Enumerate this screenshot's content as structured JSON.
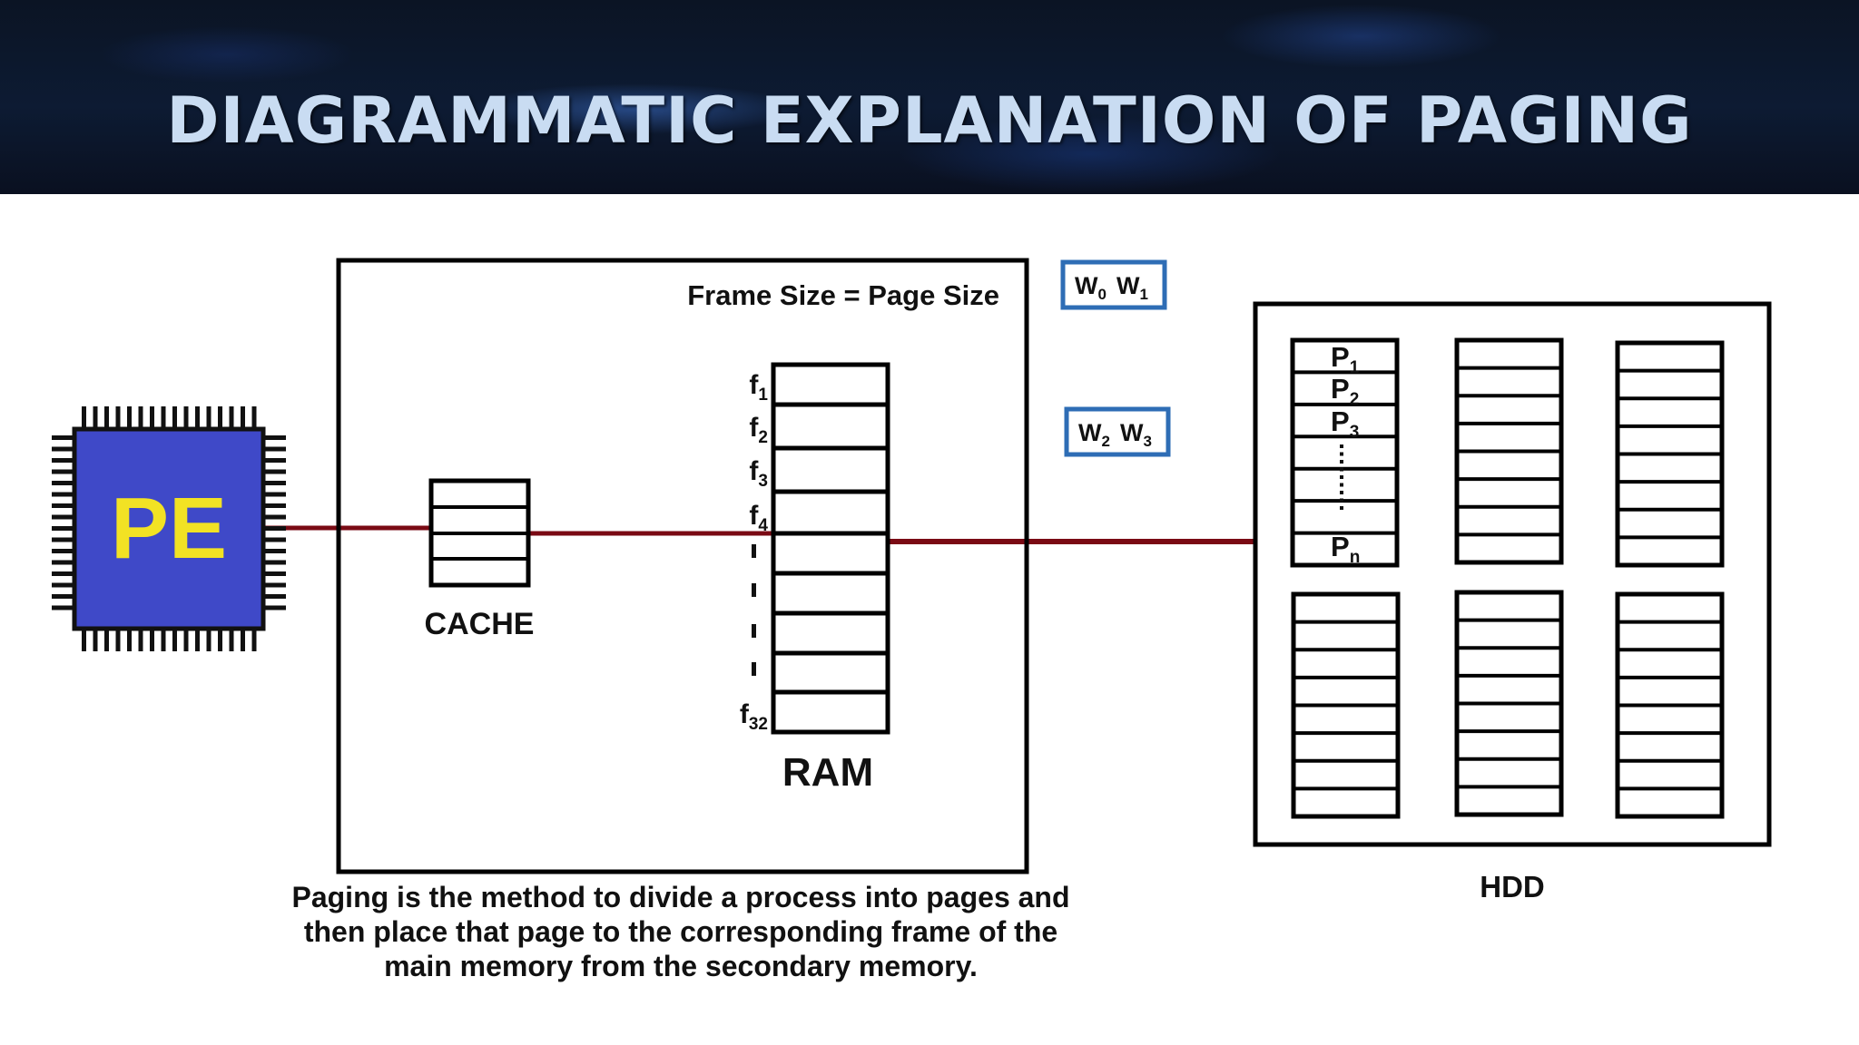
{
  "header": {
    "title": "DIAGRAMMATIC EXPLANATION OF PAGING"
  },
  "cpu": {
    "label": "PE"
  },
  "cache": {
    "label": "CACHE"
  },
  "ram": {
    "label": "RAM",
    "note": "Frame Size = Page Size",
    "frames": [
      {
        "base": "f",
        "sub": "1"
      },
      {
        "base": "f",
        "sub": "2"
      },
      {
        "base": "f",
        "sub": "3"
      },
      {
        "base": "f",
        "sub": "4"
      },
      {
        "base": "f",
        "sub": "32"
      }
    ]
  },
  "words": [
    {
      "a": "W",
      "a_sub": "0",
      "b": "W",
      "b_sub": "1"
    },
    {
      "a": "W",
      "a_sub": "2",
      "b": "W",
      "b_sub": "3"
    }
  ],
  "hdd": {
    "label": "HDD",
    "pages": [
      {
        "base": "P",
        "sub": "1"
      },
      {
        "base": "P",
        "sub": "2"
      },
      {
        "base": "P",
        "sub": "3"
      },
      {
        "base": "P",
        "sub": "n"
      }
    ]
  },
  "caption": {
    "lines": [
      "Paging is the method to divide a process into pages and",
      "then place that page to the corresponding frame of the",
      "main memory from the secondary memory."
    ]
  },
  "colors": {
    "cpu_fill": "#3f49c8",
    "cpu_text": "#f2e224",
    "link": "#7a0a14",
    "word_box": "#2e6db5"
  }
}
